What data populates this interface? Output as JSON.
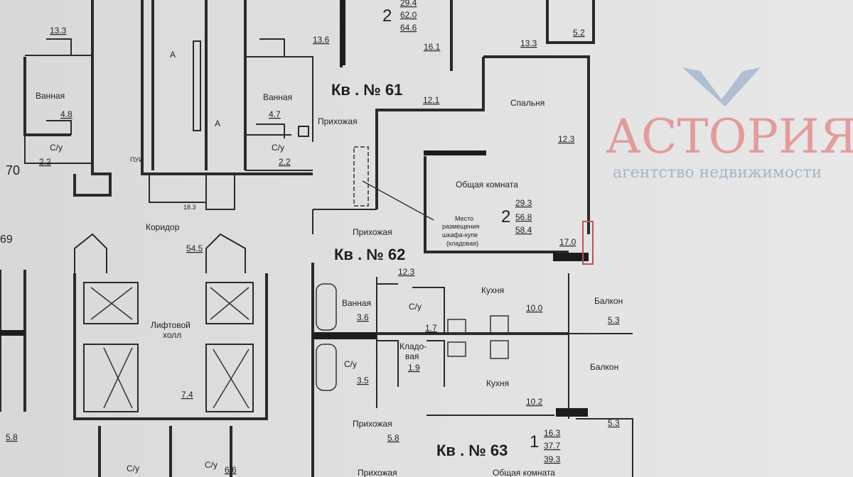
{
  "apartments": [
    {
      "label": "Кв . № 61",
      "rooms": "2",
      "areas": [
        "29.4",
        "62.0",
        "64.6"
      ]
    },
    {
      "label": "Кв . № 62",
      "rooms": "2",
      "areas": [
        "29.3",
        "56.8",
        "58.4"
      ]
    },
    {
      "label": "Кв . № 63",
      "rooms": "1",
      "areas": [
        "16.3",
        "37.7",
        "39.3"
      ]
    }
  ],
  "rooms": {
    "bath_left": "Ванная",
    "bath_left_area": "4.8",
    "room_left_area": "13.3",
    "wc_left": "С/у",
    "wc_left_area": "2.2",
    "bath_mid": "Ванная",
    "bath_mid_area": "4.7",
    "wc_mid": "С/у",
    "wc_mid_area": "2.2",
    "area_136": "13.6",
    "area_161": "16.1",
    "area_133b": "13.3",
    "area_52": "5.2",
    "hall_61": "Прихожая",
    "hall_61_area": "12.1",
    "bedroom": "Спальня",
    "bedroom_area": "12.3",
    "living": "Общая комната",
    "living_area": "17.0",
    "wardrobe": [
      "Место",
      "размещения",
      "шкафа-купе",
      "(кладовая)"
    ],
    "hall_62": "Прихожая",
    "hall_62_area": "12.3",
    "bath_62": "Ванная",
    "bath_62_area": "3.6",
    "wc_62": "С/у",
    "wc_62_area": "1.7",
    "kitchen_62": "Кухня",
    "kitchen_62_area": "10.0",
    "balcony_62": "Балкон",
    "balcony_62_area": "5.3",
    "wc_63": "С/у",
    "wc_63_area": "3.5",
    "storage_63": [
      "Кладо-",
      "вая"
    ],
    "storage_63_area": "1.9",
    "kitchen_63": "Кухня",
    "kitchen_63_area": "10.2",
    "balcony_63": "Балкон",
    "balcony_63_area": "5.3",
    "hall_63": "Прихожая",
    "hall_63_area": "5.8",
    "living_63": "Общая комната",
    "hall_bottom": "Прихожая",
    "corridor": "Коридор",
    "corridor_area": "54.5",
    "lift_hall": [
      "Лифтовой",
      "холл"
    ],
    "lift_hall_area": "7.4",
    "pui": "ПУИ",
    "area_183": "18.3",
    "left_num": "70",
    "left_num2": "69",
    "left_area": "5.8",
    "wc_bl": "С/у",
    "wc_bm": "С/у",
    "area_66": "6.6",
    "stair_a1": "А",
    "stair_a2": "А"
  },
  "watermark": {
    "title": "АСТОРИЯ",
    "subtitle": "агентство недвижимости"
  }
}
